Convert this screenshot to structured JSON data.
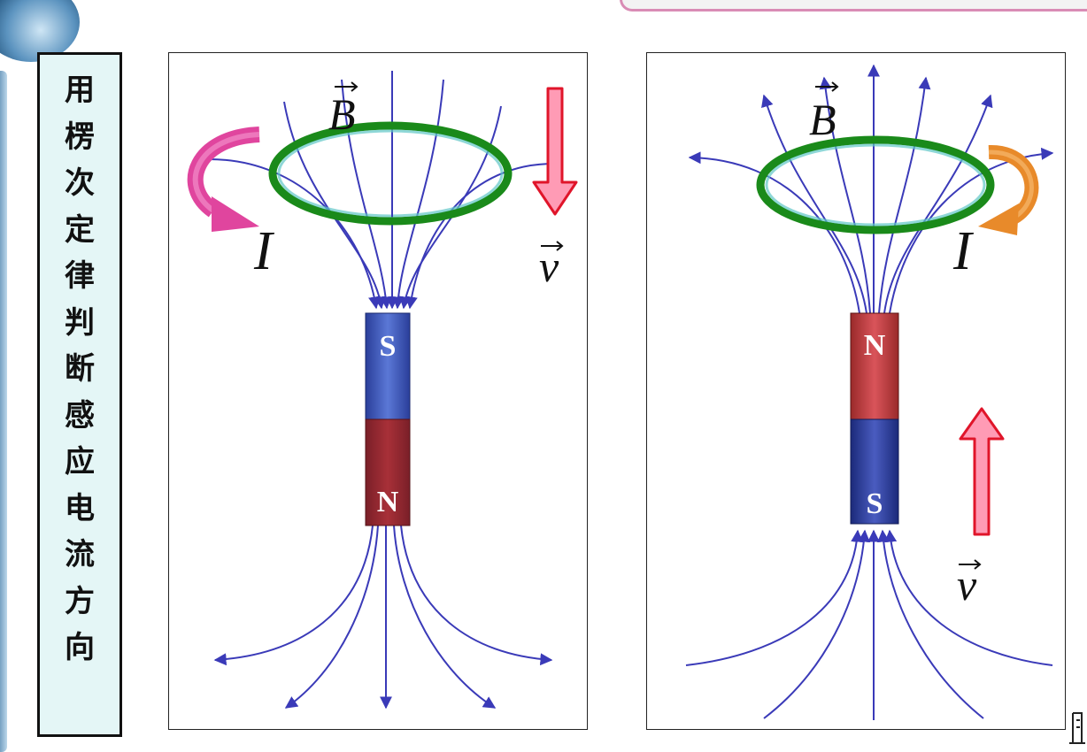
{
  "title": {
    "chars": [
      "用",
      "楞",
      "次",
      "定",
      "律",
      "判",
      "断",
      "感",
      "应",
      "电",
      "流",
      "方",
      "向"
    ]
  },
  "labels": {
    "field": "B",
    "current": "I",
    "velocity": "v"
  },
  "panels": [
    {
      "top_pole": "S",
      "bottom_pole": "N",
      "motion": "down",
      "current_arrow_color": "#e0459e"
    },
    {
      "top_pole": "N",
      "bottom_pole": "S",
      "motion": "up",
      "current_arrow_color": "#e88a2a"
    }
  ],
  "colors": {
    "field_lines": "#3a3ab8",
    "ring": "#1a8a1a",
    "ring_inner": "#5ec6c6",
    "north_pole": "#a83030",
    "south_pole": "#3850b0",
    "velocity_arrow_fill": "#ff9bb5",
    "velocity_arrow_edge": "#e0152a"
  }
}
